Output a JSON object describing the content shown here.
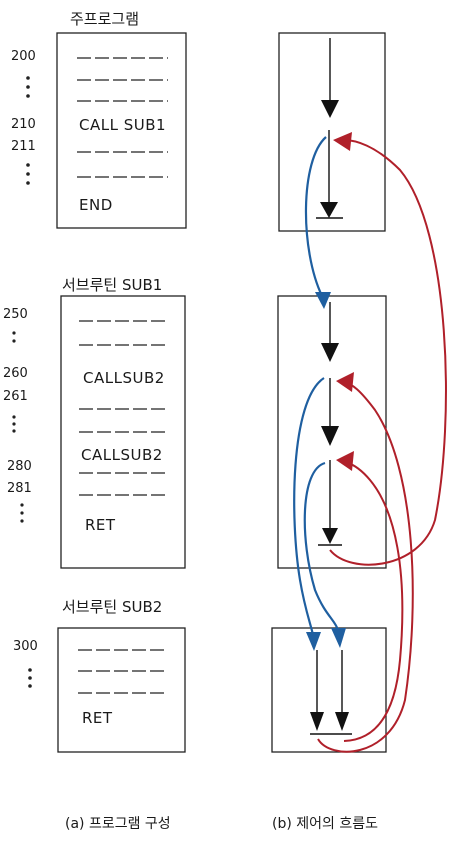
{
  "left_panel": {
    "main_program": {
      "title": "주프로그램",
      "addresses": [
        "200",
        "210",
        "211"
      ],
      "instructions": [
        "CALL SUB1",
        "END"
      ]
    },
    "sub1": {
      "title": "서브루틴 SUB1",
      "addresses": [
        "250",
        "260",
        "261",
        "280",
        "281"
      ],
      "instructions": [
        "CALLSUB2",
        "CALLSUB2",
        "RET"
      ]
    },
    "sub2": {
      "title": "서브루틴 SUB2",
      "addresses": [
        "300"
      ],
      "instructions": [
        "RET"
      ]
    },
    "caption": "(a) 프로그램 구성"
  },
  "right_panel": {
    "caption": "(b) 제어의 흐름도"
  },
  "colors": {
    "call_arrow": "#1f5fa0",
    "return_arrow": "#b0202a",
    "ink": "#1a1a1a"
  }
}
